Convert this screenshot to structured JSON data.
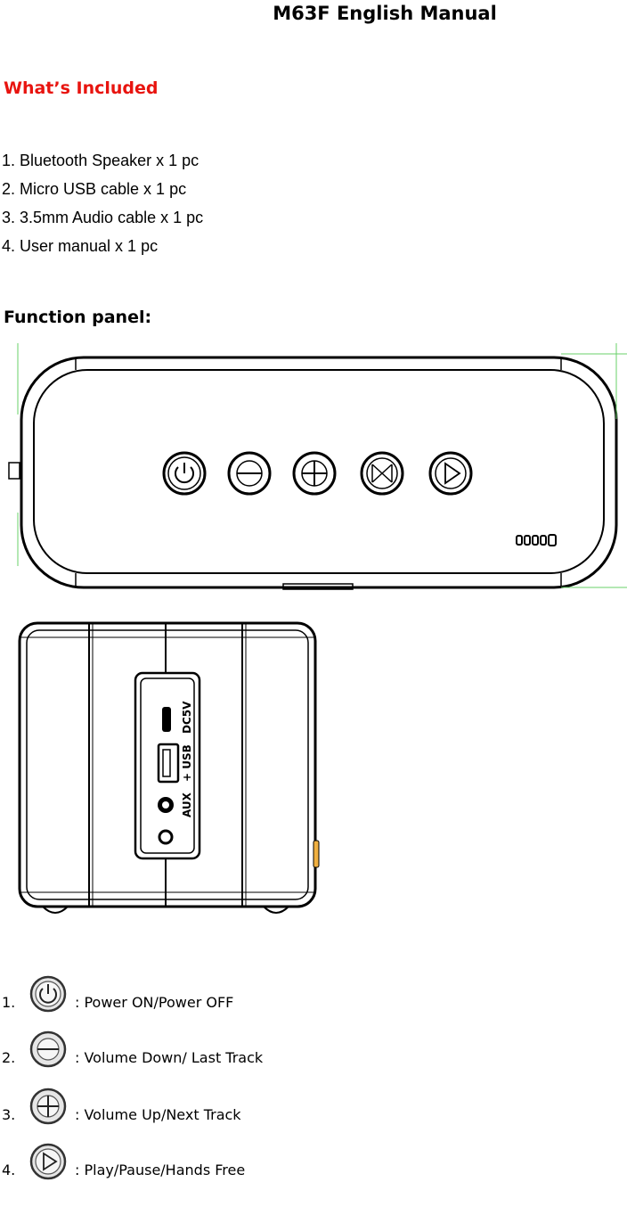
{
  "doc_title": "M63F English Manual",
  "included": {
    "heading": "What’s Included",
    "items": [
      "1. Bluetooth Speaker x 1 pc",
      "2. Micro USB cable x 1 pc",
      "3. 3.5mm Audio cable x 1 pc",
      "4.  User manual x 1 pc"
    ]
  },
  "function_panel": {
    "heading": "Function panel:",
    "side_port_labels": [
      "DC5V",
      "+ USB",
      "AUX"
    ]
  },
  "legend": [
    {
      "num": "1.",
      "icon": "power-icon",
      "text": ": Power ON/Power OFF"
    },
    {
      "num": "2.",
      "icon": "volume-down-icon",
      "text": ": Volume Down/ Last Track"
    },
    {
      "num": "3.",
      "icon": "volume-up-icon",
      "text": ": Volume Up/Next Track"
    },
    {
      "num": "4.",
      "icon": "play-pause-icon",
      "text": ": Play/Pause/Hands Free"
    }
  ]
}
